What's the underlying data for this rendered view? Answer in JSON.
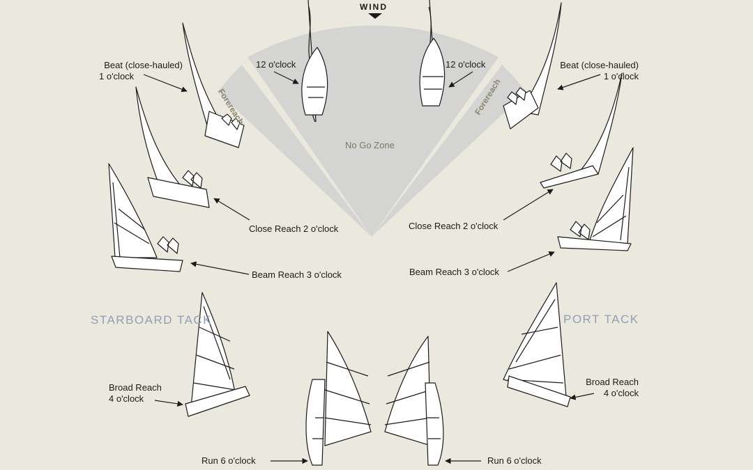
{
  "wind_label": "WIND",
  "no_go_zone": "No Go Zone",
  "forereach_left": "Forereach",
  "forereach_right": "Forereach",
  "starboard_tack": "STARBOARD TACK",
  "port_tack": "PORT TACK",
  "left": {
    "beat_line1": "Beat (close-hauled)",
    "beat_line2": "1 o'clock",
    "twelve": "12 o'clock",
    "close_reach": "Close Reach 2 o'clock",
    "beam_reach": "Beam Reach 3 o'clock",
    "broad_line1": "Broad Reach",
    "broad_line2": "4 o'clock",
    "run": "Run  6 o'clock"
  },
  "right": {
    "beat_line1": "Beat (close-hauled)",
    "beat_line2": "1 o'clock",
    "twelve": "12 o'clock",
    "close_reach": "Close Reach 2 o'clock",
    "beam_reach": "Beam Reach 3 o'clock",
    "broad_line1": "Broad Reach",
    "broad_line2": "4 o'clock",
    "run": "Run 6 o'clock"
  },
  "colors": {
    "background": "#ebe9dd",
    "zone_fill": "#d4d5d2",
    "tack_text": "#8fa0b6",
    "ink": "#1a1a1a"
  }
}
